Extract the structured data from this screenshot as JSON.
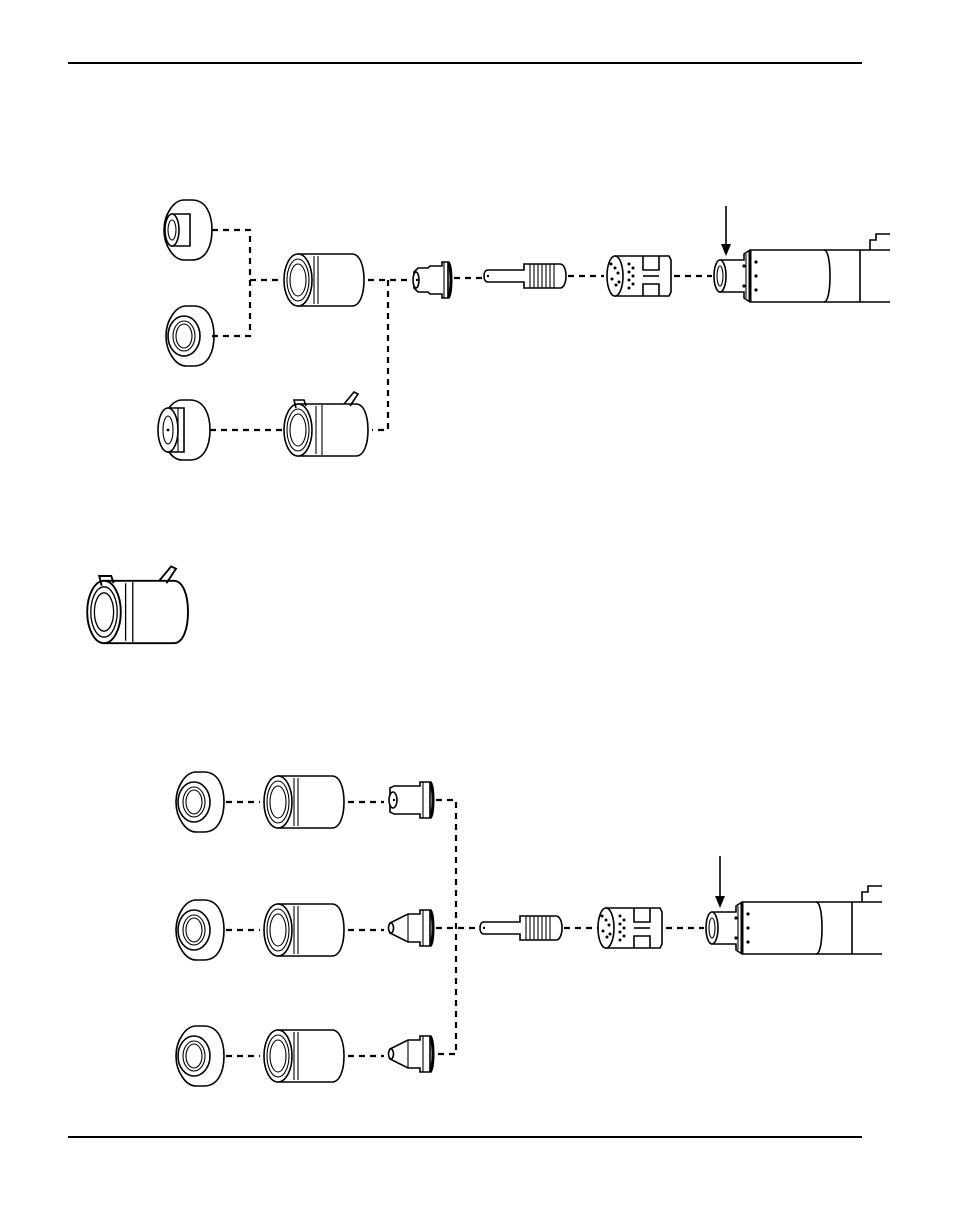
{
  "document": {
    "header_rule": true,
    "footer_rule": true
  },
  "figures": {
    "top_assembly": {
      "parts": [
        "shield-a",
        "shield-b",
        "shield-ohmic",
        "retaining-cap",
        "retaining-cap-ohmic",
        "nozzle",
        "electrode",
        "swirl-ring",
        "torch-head"
      ],
      "callout": "arrow-to-torch-head"
    },
    "standalone_part": {
      "parts": [
        "retaining-cap-ohmic-large"
      ]
    },
    "bottom_assembly": {
      "parts": [
        "shield-1",
        "shield-2",
        "shield-3",
        "retaining-cap-1",
        "retaining-cap-2",
        "retaining-cap-3",
        "nozzle-1",
        "nozzle-2",
        "nozzle-3",
        "electrode",
        "swirl-ring",
        "torch-head"
      ],
      "callout": "arrow-to-torch-head"
    }
  },
  "icons": {
    "shield": "shield-icon",
    "cap": "retaining-cap-icon",
    "nozzle": "nozzle-icon",
    "electrode": "electrode-icon",
    "swirl": "swirl-ring-icon",
    "torch": "torch-head-icon",
    "arrow": "arrow-down-icon"
  }
}
